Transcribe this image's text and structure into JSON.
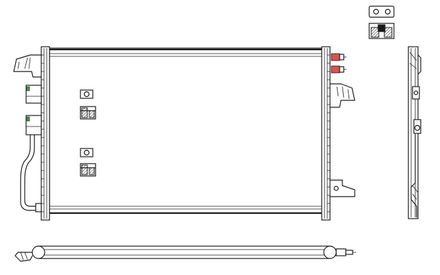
{
  "diagram": {
    "labels": [],
    "colors": {
      "line": "#1a1a1a",
      "background": "#ffffff",
      "sensor_red": "#e05050",
      "clip_green": "#3aa84a",
      "hatch_grey": "#8a8a8a"
    },
    "parts": {
      "front_view": "condenser-front-view",
      "bottom_view": "condenser-bottom-view",
      "side_view": "condenser-side-view",
      "fitting_detail": "fitting-detail",
      "bracket_detail_upper": "bracket-detail-upper",
      "bracket_detail_lower": "bracket-detail-lower"
    }
  }
}
